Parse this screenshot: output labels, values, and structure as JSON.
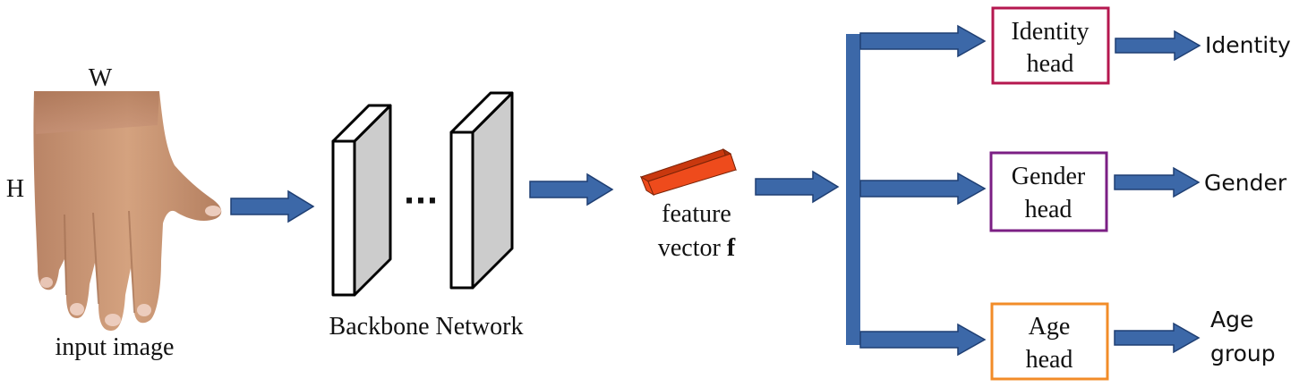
{
  "input": {
    "width_label": "W",
    "height_label": "H",
    "caption": "input image"
  },
  "backbone": {
    "ellipsis": "···",
    "caption": "Backbone Network"
  },
  "feature": {
    "line1": "feature",
    "line2": "vector ",
    "symbol": "f"
  },
  "heads": [
    {
      "line1": "Identity",
      "line2": "head",
      "output1": "Identity",
      "output2": "",
      "color": "#b5174f"
    },
    {
      "line1": "Gender",
      "line2": "head",
      "output1": "Gender",
      "output2": "",
      "color": "#7b1f84"
    },
    {
      "line1": "Age",
      "line2": "head",
      "output1": "Age",
      "output2": "group",
      "color": "#f28c28"
    }
  ],
  "colors": {
    "arrow": "#3c68a8",
    "arrow_stroke": "#1f3f73",
    "feature_front": "#ee4b1c",
    "feature_top": "#c9380e",
    "feature_side": "#a8300c",
    "layer_front": "#ffffff",
    "layer_side": "#cccccc"
  }
}
